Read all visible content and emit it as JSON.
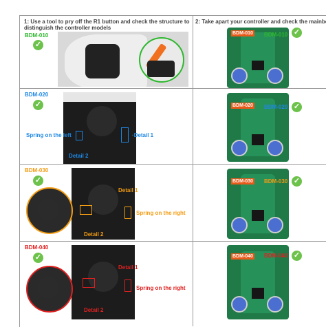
{
  "header": {
    "step1_line1": "1: Use a tool to pry off the R1 button and check the structure to",
    "step1_line2": "distinguish the controller models",
    "step2": "2: Take apart your controller and check the mainbo"
  },
  "rows": [
    {
      "code": "BDM-010",
      "color": "#2eb82e",
      "pcb_label": "BDM-010",
      "pcb_text": "BDM-010"
    },
    {
      "code": "BDM-020",
      "color": "#1e88e5",
      "pcb_label": "BDM-020",
      "pcb_text": "BDM-020",
      "spring": "Spring on the left",
      "detail1": "·Detail 1",
      "detail2": "Detail 2"
    },
    {
      "code": "BDM-030",
      "color": "#f39c12",
      "pcb_label": "BDM-030",
      "pcb_text": "BDM-030",
      "spring": "Spring on the right",
      "detail1": "Detail 1",
      "detail2": "Detail 2"
    },
    {
      "code": "BDM-040",
      "color": "#e02020",
      "pcb_label": "BDM-040",
      "pcb_text": "BDM-040",
      "spring": "Spring on the right",
      "detail1": "Detail 1",
      "detail2": "Detail 2"
    }
  ],
  "check_glyph": "✓",
  "icons": [
    "checkmark-icon"
  ]
}
